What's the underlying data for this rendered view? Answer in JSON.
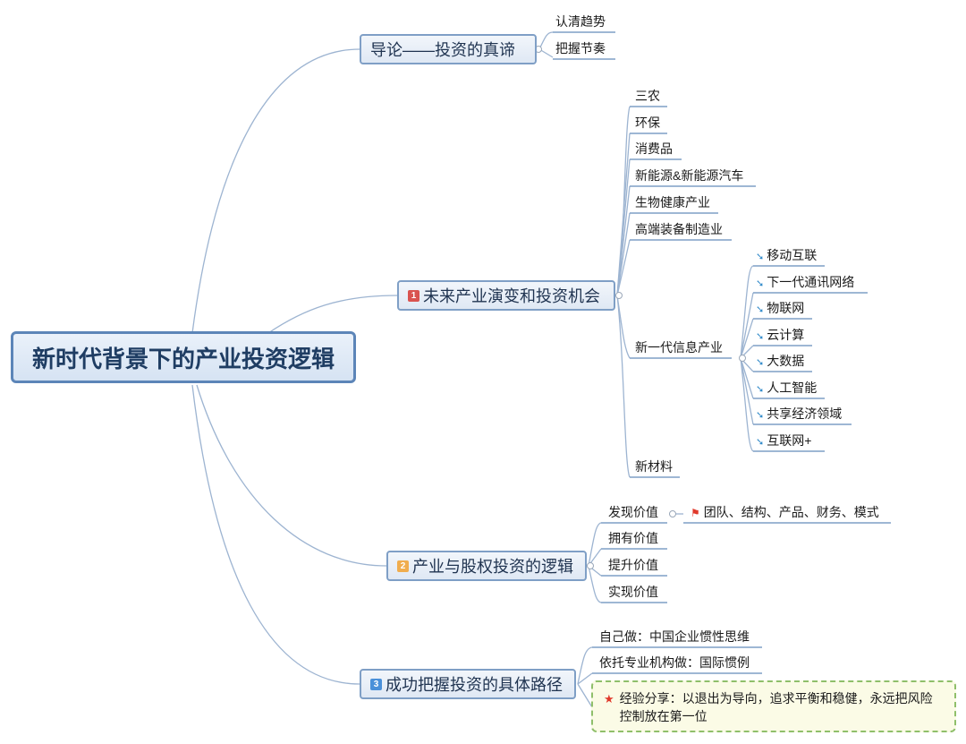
{
  "root": "新时代背景下的产业投资逻辑",
  "branch1": {
    "title": "导论——投资的真谛",
    "children": [
      "认清趋势",
      "把握节奏"
    ]
  },
  "branch2": {
    "badge": "1",
    "title": "未来产业演变和投资机会",
    "children": [
      "三农",
      "环保",
      "消费品",
      "新能源&新能源汽车",
      "生物健康产业",
      "高端装备制造业",
      "新一代信息产业",
      "新材料"
    ],
    "info_children": [
      "移动互联",
      "下一代通讯网络",
      "物联网",
      "云计算",
      "大数据",
      "人工智能",
      "共享经济领域",
      "互联网+"
    ]
  },
  "branch3": {
    "badge": "2",
    "title": "产业与股权投资的逻辑",
    "children": [
      "发现价值",
      "拥有价值",
      "提升价值",
      "实现价值"
    ],
    "discover_detail": "团队、结构、产品、财务、模式"
  },
  "branch4": {
    "badge": "3",
    "title": "成功把握投资的具体路径",
    "children": [
      "自己做：中国企业惯性思维",
      "依托专业机构做：国际惯例"
    ],
    "note": "经验分享：以退出为导向，追求平衡和稳健，永远把风险控制放在第一位"
  },
  "colors": {
    "line": "#9db4d1",
    "badge1": "#d9534f",
    "badge2": "#f0ad4e",
    "badge3": "#4a90d9"
  },
  "icons": {
    "info_child": "arrow-icon",
    "detail": "flag-icon",
    "note": "star-icon"
  }
}
